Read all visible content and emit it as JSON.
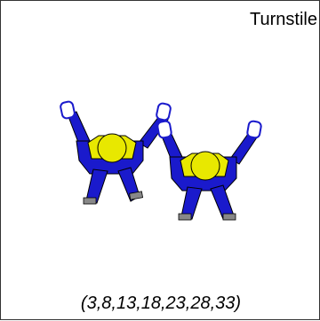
{
  "title": "Turnstile",
  "caption": "(3,8,13,18,23,28,33)",
  "colors": {
    "suit": "#1a1acc",
    "harness": "#e8e800",
    "hand": "#ffffff",
    "boot": "#888888",
    "outline": "#000000"
  },
  "figures": [
    {
      "name": "jumper-left"
    },
    {
      "name": "jumper-right"
    }
  ]
}
